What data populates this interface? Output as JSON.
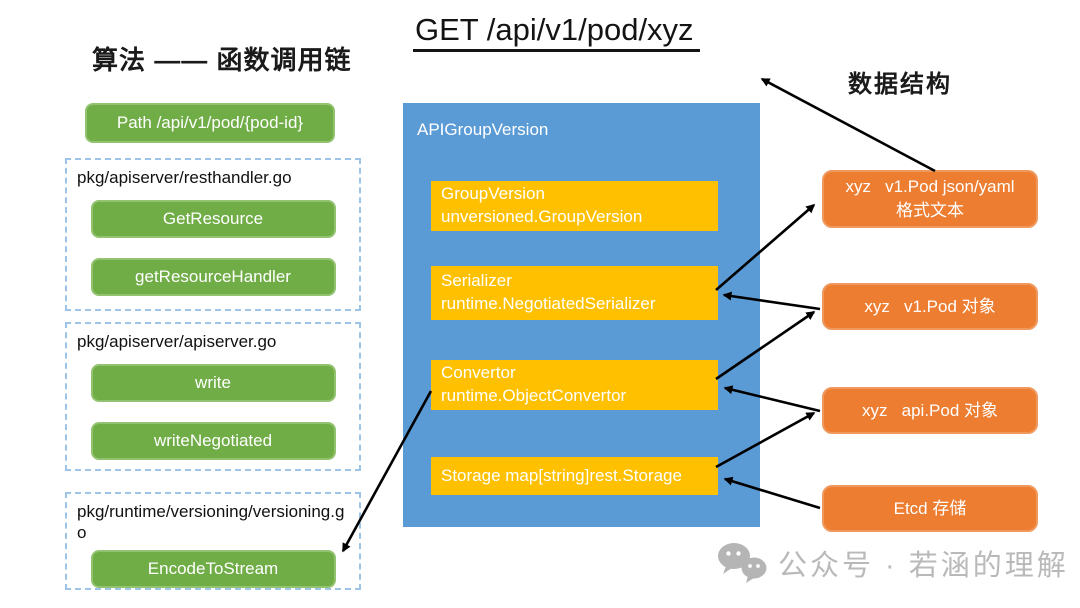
{
  "title": "GET /api/v1/pod/xyz",
  "left": {
    "heading": "算法 —— 函数调用链",
    "path_label": "Path /api/v1/pod/{pod-id}",
    "groups": [
      {
        "file": "pkg/apiserver/resthandler.go",
        "functions": [
          "GetResource",
          "getResourceHandler"
        ]
      },
      {
        "file": "pkg/apiserver/apiserver.go",
        "functions": [
          "write",
          "writeNegotiated"
        ]
      },
      {
        "file": "pkg/runtime/versioning/versioning.go",
        "functions": [
          "EncodeToStream"
        ]
      }
    ]
  },
  "center": {
    "label": "APIGroupVersion",
    "fields": [
      {
        "line1": "GroupVersion",
        "line2": "unversioned.GroupVersion"
      },
      {
        "line1": "Serializer",
        "line2": "runtime.NegotiatedSerializer"
      },
      {
        "line1": "Convertor",
        "line2": "runtime.ObjectConvertor"
      },
      {
        "line1": "Storage map[string]rest.Storage",
        "line2": ""
      }
    ]
  },
  "right": {
    "heading": "数据结构",
    "boxes": [
      {
        "line1": "xyz   v1.Pod json/yaml",
        "line2": "格式文本"
      },
      {
        "line1": "xyz   v1.Pod 对象",
        "line2": ""
      },
      {
        "line1": "xyz   api.Pod 对象",
        "line2": ""
      },
      {
        "line1": "Etcd 存储",
        "line2": ""
      }
    ]
  },
  "watermark": {
    "icon": "wechat-icon",
    "text": "公众号 · 若涵的理解"
  },
  "colors": {
    "green": "#70AD47",
    "blue": "#5B9BD5",
    "yellow": "#FFC000",
    "orange": "#ED7D31",
    "dashed_border": "#9DC3E6",
    "arrow": "#000000",
    "watermark_gray": "#b9b9b9"
  }
}
